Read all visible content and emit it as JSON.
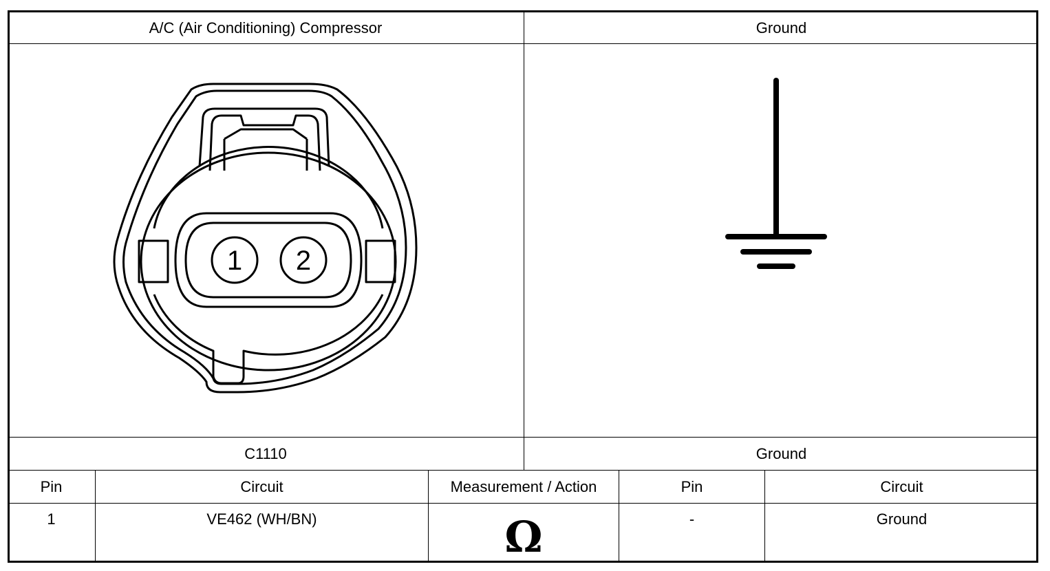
{
  "header": {
    "left_title": "A/C (Air Conditioning) Compressor",
    "right_title": "Ground"
  },
  "connector": {
    "id": "C1110",
    "pins": [
      "1",
      "2"
    ]
  },
  "ground": {
    "label": "Ground"
  },
  "table": {
    "headers": [
      "Pin",
      "Circuit",
      "Measurement / Action",
      "Pin",
      "Circuit"
    ],
    "rows": [
      {
        "pin": "1",
        "circuit": "VE462 (WH/BN)",
        "measurement_symbol": "Ω",
        "pin2": "-",
        "circuit2": "Ground"
      }
    ]
  }
}
